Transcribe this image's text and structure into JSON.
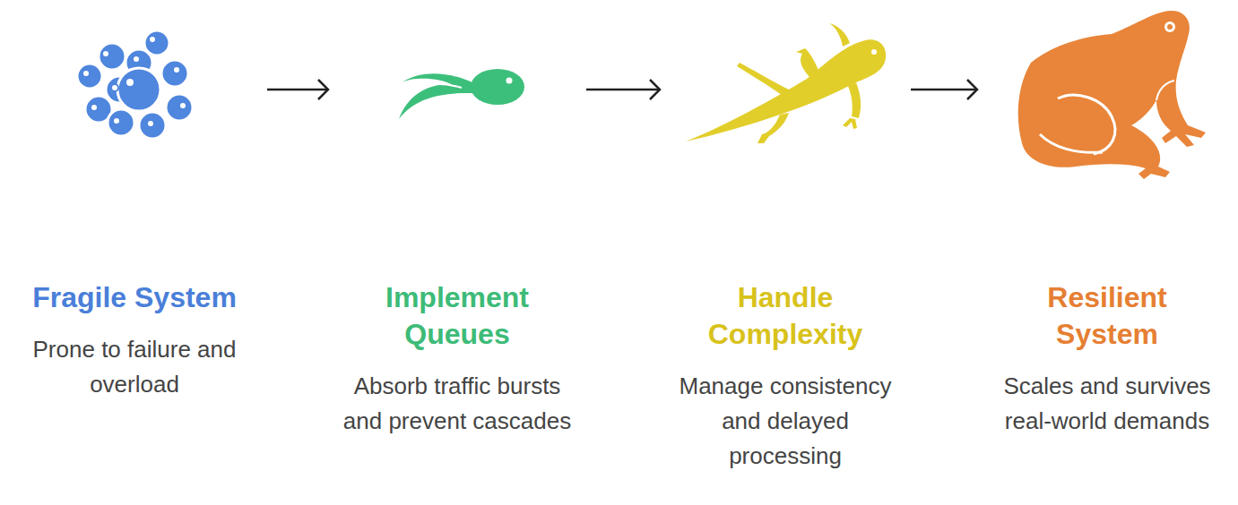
{
  "diagram": {
    "nodes": [
      {
        "text": [
          "Fragile System",
          "Prone to failure and overload"
        ]
      },
      {
        "text": [
          "Implement Queues",
          "Absorb traffic bursts and prevent cascades"
        ]
      },
      {
        "text": [
          "Handle Complexity",
          "Manage consistency and delayed processing"
        ]
      },
      {
        "text": [
          "Resilient System",
          "Scales and survives real-world demands"
        ]
      }
    ],
    "edges": [
      {
        "from": 0,
        "to": 1,
        "arrow": "to"
      },
      {
        "from": 1,
        "to": 2,
        "arrow": "to"
      },
      {
        "from": 2,
        "to": 3,
        "arrow": "to"
      }
    ]
  }
}
